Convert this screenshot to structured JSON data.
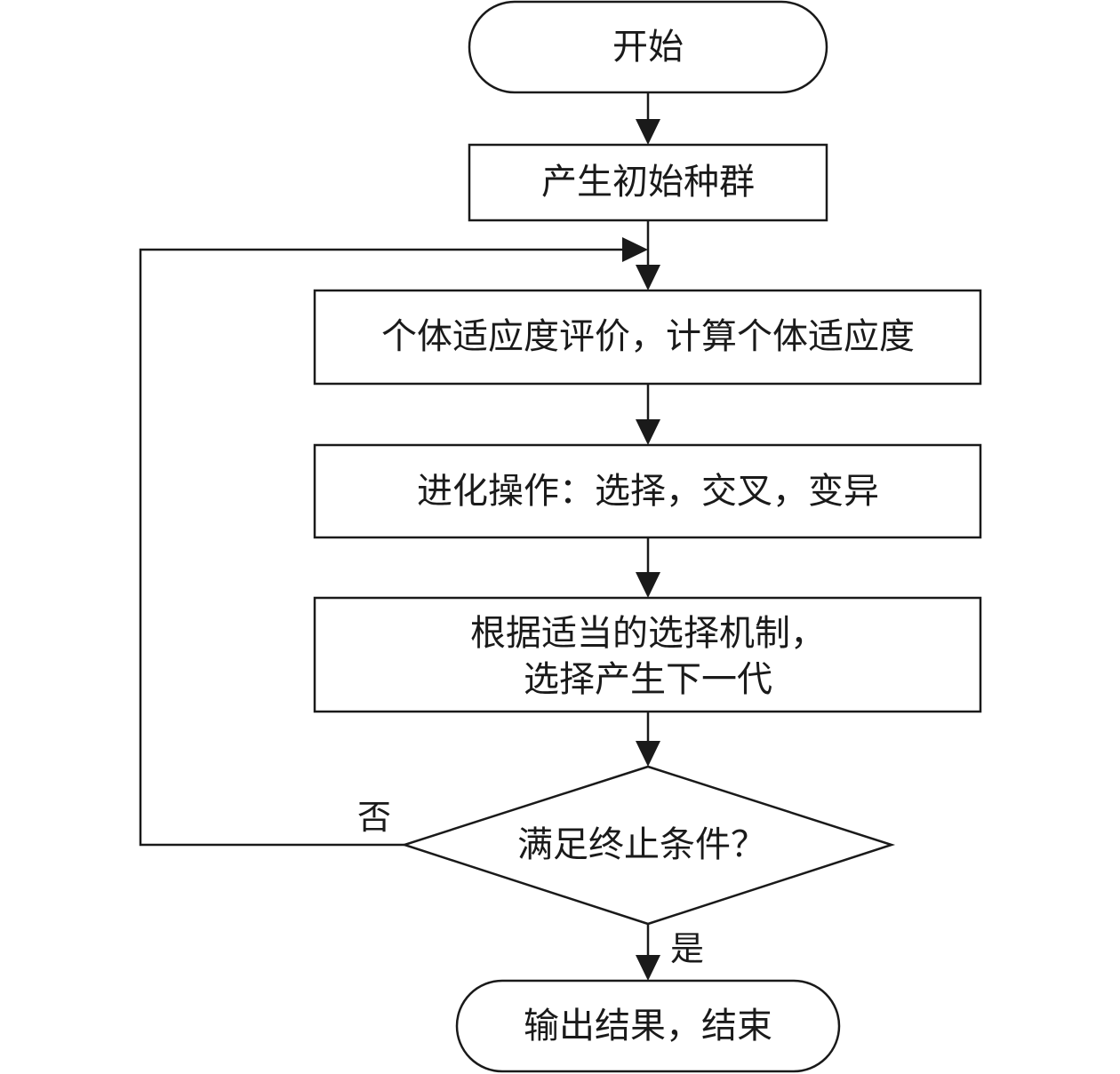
{
  "nodes": {
    "start": {
      "text": "开始"
    },
    "init": {
      "text": "产生初始种群"
    },
    "fitness": {
      "text": "个体适应度评价，计算个体适应度"
    },
    "evolve": {
      "text": "进化操作：选择，交叉，变异"
    },
    "select": {
      "line1": "根据适当的选择机制，",
      "line2": "选择产生下一代"
    },
    "decision": {
      "text": "满足终止条件？"
    },
    "end": {
      "text": "输出结果，结束"
    }
  },
  "edges": {
    "no_label": "否",
    "yes_label": "是"
  }
}
